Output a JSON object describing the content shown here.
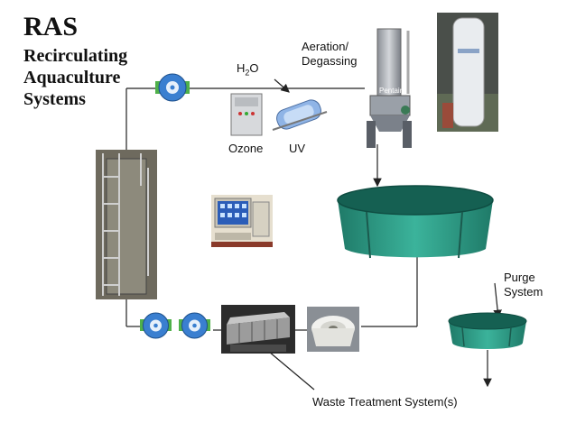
{
  "title": {
    "main": "RAS",
    "line1": "Recirculating",
    "line2": "Aquaculture",
    "line3": "Systems"
  },
  "labels": {
    "h2o_main": "H",
    "h2o_sub": "2",
    "h2o_end": "O",
    "aeration_line1": "Aeration/",
    "aeration_line2": "Degassing",
    "pentair": "Pentair",
    "ozone": "Ozone",
    "uv": "UV",
    "purge_line1": "Purge",
    "purge_line2": "System",
    "waste": "Waste Treatment System(s)"
  },
  "colors": {
    "tank_green": "#2f9a86",
    "tank_dark": "#1d6e5f",
    "pump_blue": "#3a7fd0",
    "pump_green": "#4fb04a",
    "line": "#222222"
  },
  "icons": [
    "pump-icon",
    "ozone-generator-icon",
    "uv-sterilizer-icon",
    "degassing-tower-icon",
    "oxygen-tank-icon",
    "culture-tank-icon",
    "bead-filter-icon",
    "computer-monitor-icon",
    "drum-filter-icon",
    "swirl-separator-icon",
    "purge-tank-icon"
  ]
}
